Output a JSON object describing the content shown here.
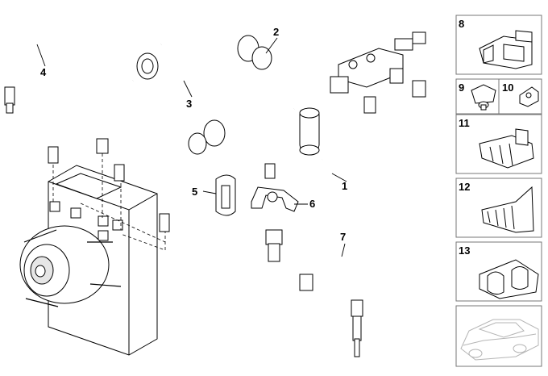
{
  "callouts": [
    "1",
    "2",
    "3",
    "4",
    "5",
    "6",
    "7"
  ],
  "side_panel": [
    "8",
    "9",
    "10",
    "11",
    "12",
    "13"
  ],
  "icons": {
    "hydraulic_unit": "abs-hydraulic-unit-icon",
    "vehicle": "car-silhouette-icon"
  }
}
